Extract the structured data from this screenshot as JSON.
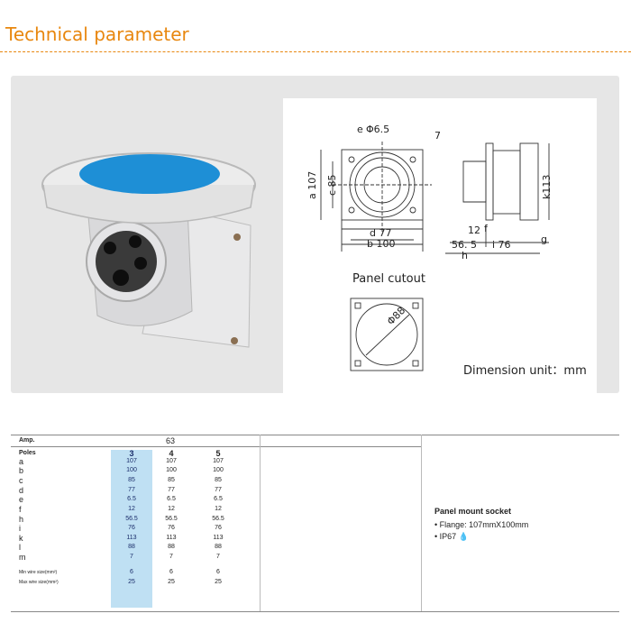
{
  "header": {
    "title": "Technical parameter"
  },
  "drawing": {
    "dims": {
      "e": "e",
      "phi65": "Φ6.5",
      "seven": "7",
      "a107": "a 107",
      "c85": "c 85",
      "k113": "k113",
      "d77": "d 77",
      "b100": "b 100",
      "f12": "12",
      "f": "f",
      "h565": "56. 5",
      "i76": "i 76",
      "g": "g",
      "h": "h",
      "cut_diam": "Φ88"
    },
    "cutout_label": "Panel cutout",
    "unit_label": "Dimension unit：mm"
  },
  "spec_table": {
    "amp_label": "Amp.",
    "amp_value": "63",
    "poles_label": "Poles",
    "poles": [
      "3",
      "4",
      "5"
    ],
    "rows": [
      {
        "label": "a",
        "values": [
          "107",
          "107",
          "107"
        ]
      },
      {
        "label": "b",
        "values": [
          "100",
          "100",
          "100"
        ]
      },
      {
        "label": "c",
        "values": [
          "85",
          "85",
          "85"
        ]
      },
      {
        "label": "d",
        "values": [
          "77",
          "77",
          "77"
        ]
      },
      {
        "label": "e",
        "values": [
          "6.5",
          "6.5",
          "6.5"
        ]
      },
      {
        "label": "f",
        "values": [
          "12",
          "12",
          "12"
        ]
      },
      {
        "label": "h",
        "values": [
          "56.5",
          "56.5",
          "56.5"
        ]
      },
      {
        "label": "i",
        "values": [
          "76",
          "76",
          "76"
        ]
      },
      {
        "label": "k",
        "values": [
          "113",
          "113",
          "113"
        ]
      },
      {
        "label": "l",
        "values": [
          "88",
          "88",
          "88"
        ]
      },
      {
        "label": "m",
        "values": [
          "7",
          "7",
          "7"
        ]
      }
    ],
    "wire_rows": [
      {
        "label": "Min wire size(mm²)",
        "values": [
          "6",
          "6",
          "6"
        ]
      },
      {
        "label": "Max wire size(mm²)",
        "values": [
          "25",
          "25",
          "25"
        ]
      }
    ]
  },
  "side_info": {
    "heading": "Panel mount socket",
    "flange": "Flange: 107mmX100mm",
    "ip": "IP67"
  },
  "colors": {
    "accent": "#e8870f",
    "socket_blue": "#1e8fd6",
    "highlight": "#bfe0f3"
  }
}
